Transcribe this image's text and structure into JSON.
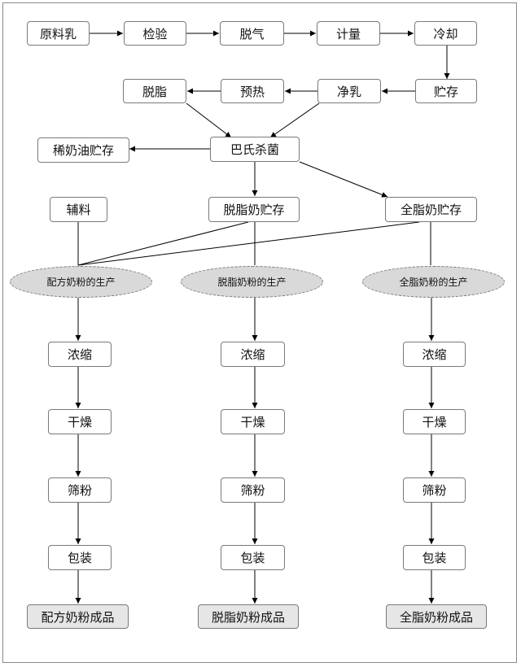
{
  "nodes": {
    "raw_milk": "原料乳",
    "inspection": "检验",
    "degassing": "脱气",
    "metering": "计量",
    "cooling": "冷却",
    "storage": "贮存",
    "clarification": "净乳",
    "preheating": "预热",
    "skimming": "脱脂",
    "pasteurization": "巴氏杀菌",
    "cream_storage": "稀奶油贮存",
    "additives": "辅料",
    "skim_milk_storage": "脱脂奶贮存",
    "whole_milk_storage": "全脂奶贮存",
    "formula_production": "配方奶粉的生产",
    "skim_powder_production": "脱脂奶粉的生产",
    "whole_powder_production": "全脂奶粉的生产",
    "concentrate": "浓缩",
    "drying": "干燥",
    "sieving": "筛粉",
    "packaging": "包装",
    "formula_product": "配方奶粉成品",
    "skim_product": "脱脂奶粉成品",
    "whole_product": "全脂奶粉成品"
  }
}
